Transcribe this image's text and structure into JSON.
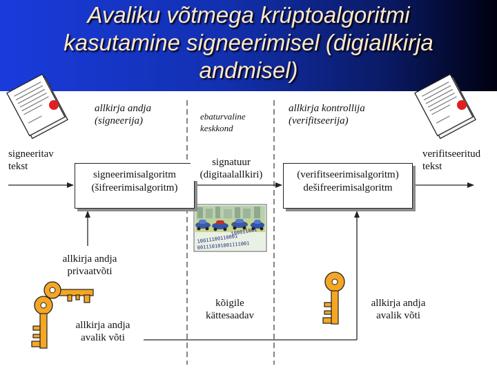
{
  "title": {
    "line1": "Avaliku võtmega krüptoalgoritmi",
    "line2": "kasutamine signeerimisel (digiallkirja",
    "line3": "andmisel)"
  },
  "signer": {
    "line1": "allkirja andja",
    "line2": "(signeerija)"
  },
  "channel": {
    "line1": "ebaturvaline",
    "line2": "keskkond"
  },
  "verifier": {
    "line1": "allkirja kontrollija",
    "line2": "(verifitseerija)"
  },
  "input_text": {
    "line1": "signeeritav",
    "line2": "tekst"
  },
  "output_text": {
    "line1": "verifitseeritud",
    "line2": "tekst"
  },
  "sign_box": {
    "line1": "signeerimisalgoritm",
    "line2": "(šifreerimisalgoritm)"
  },
  "signature": {
    "line1": "signatuur",
    "line2": "(digitaalallkiri)"
  },
  "verify_box": {
    "line1": "(verifitseerimisalgoritm)",
    "line2": "dešifreerimisalgoritm"
  },
  "private_key": {
    "line1": "allkirja andja",
    "line2": "privaatvõti"
  },
  "public_key_left": {
    "line1": "allkirja andja",
    "line2": "avalik võti"
  },
  "public_access": {
    "line1": "kõigile",
    "line2": "kättesaadav"
  },
  "public_key_right": {
    "line1": "allkirja andja",
    "line2": "avalik võti"
  },
  "binary_graphic": {
    "row1": "100011001",
    "row2": "10011100110001",
    "row3": "001110101001111001"
  },
  "colors": {
    "header_start": "#1a3bdc",
    "header_end": "#000010",
    "title_text": "#ffe8c8",
    "key_fill": "#f5a623",
    "stamp_red": "#e02020"
  }
}
